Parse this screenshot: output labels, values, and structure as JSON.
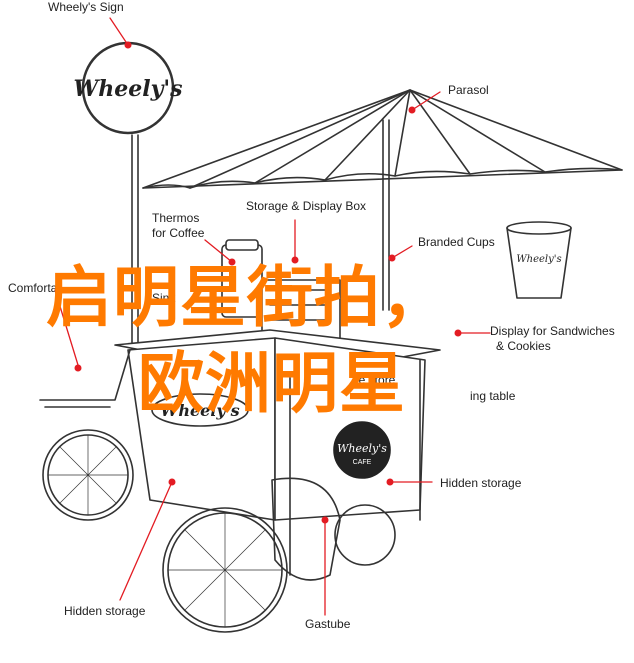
{
  "labels": {
    "sign": "Wheely's Sign",
    "parasol": "Parasol",
    "thermos_line1": "Thermos",
    "thermos_line2": "for Coffee",
    "storage_display": "Storage & Display Box",
    "branded_cups": "Branded Cups",
    "comfort": "Comforta",
    "sink": "Sink",
    "display_sandwiches": "Display for Sandwiches",
    "cookies": "& Cookies",
    "storage": "ge store",
    "table": "ing table",
    "hidden_storage_right": "Hidden storage",
    "hidden_storage_bottom": "Hidden storage",
    "gastube": "Gastube"
  },
  "brand": {
    "sign_logo": "Wheely's",
    "cart_logo": "Wheely's",
    "badge_name": "Wheely's",
    "badge_sub": "CAFE",
    "cup_logo": "Wheely's"
  },
  "overlay": {
    "line1": "启明星街拍，",
    "line2": "欧洲明星"
  },
  "colors": {
    "callout_red": "#e31c23",
    "overlay_orange": "#ff7a00",
    "line": "#333333"
  }
}
